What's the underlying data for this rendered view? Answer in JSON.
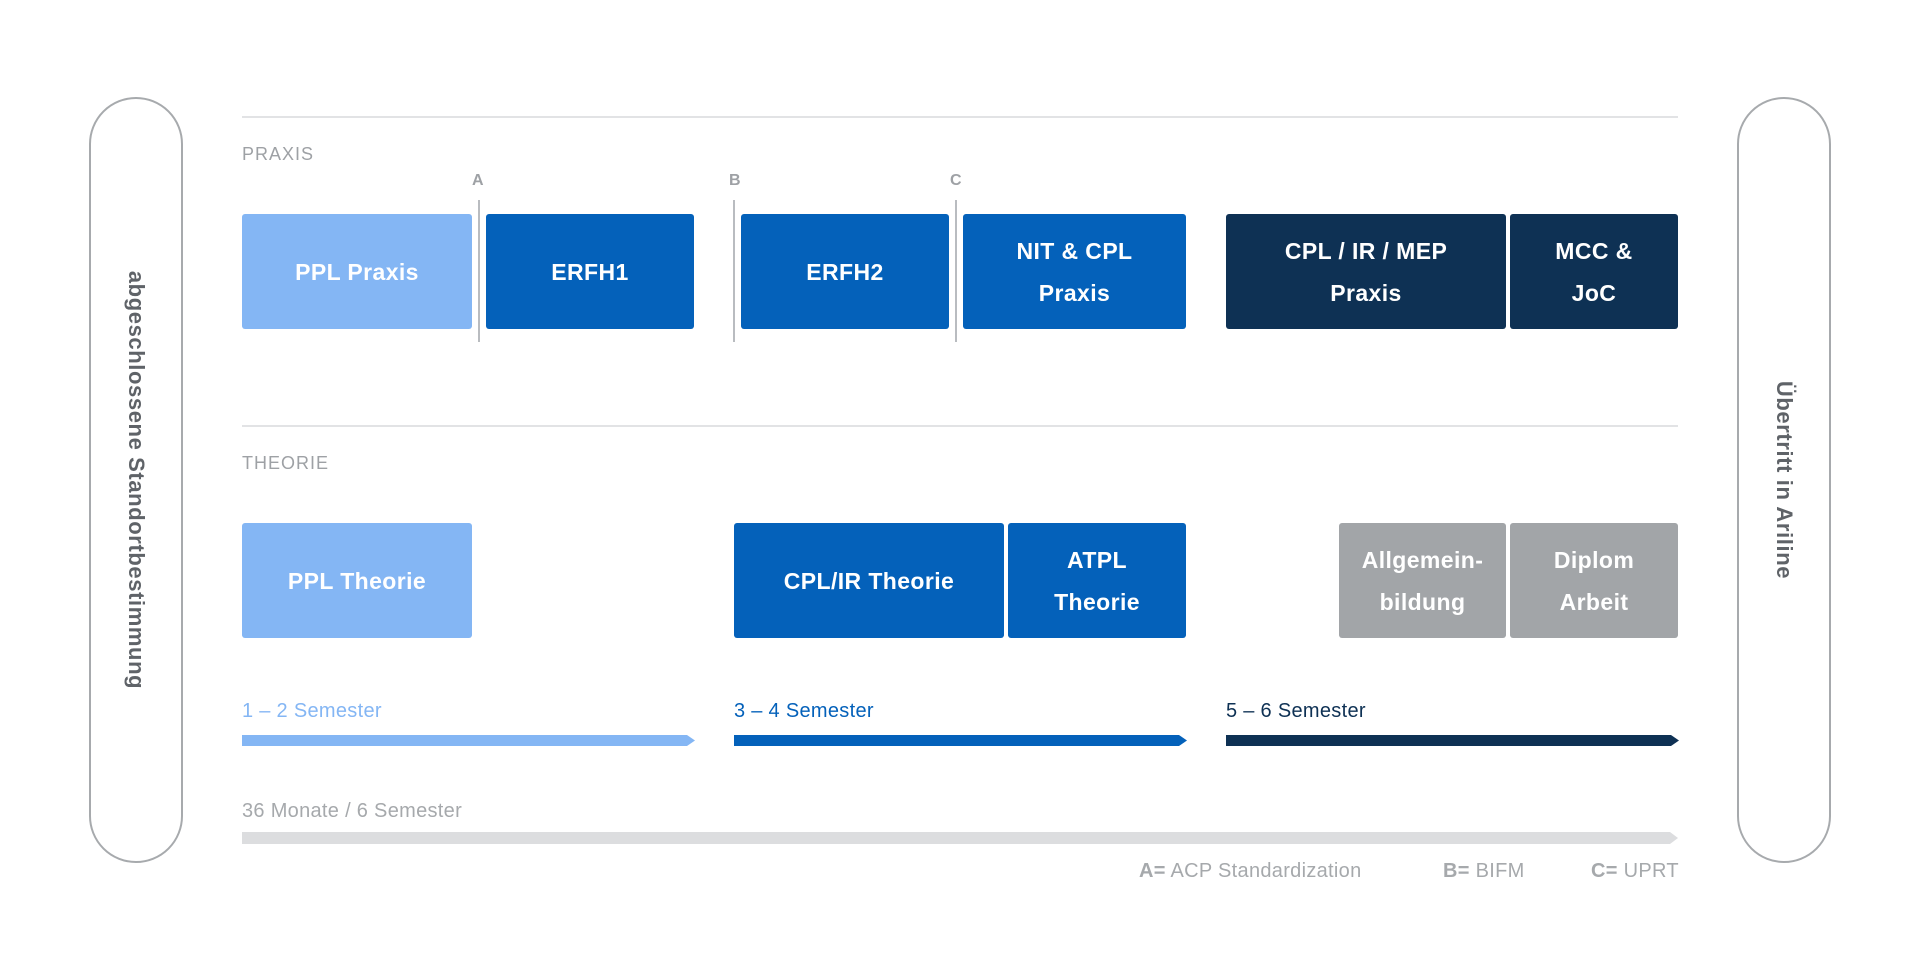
{
  "side_labels": {
    "left": "abgeschlossene Standortbestimmung",
    "right": "Übertritt in Ariline"
  },
  "sections": {
    "praxis": "PRAXIS",
    "theorie": "THEORIE"
  },
  "markers": [
    "A",
    "B",
    "C"
  ],
  "praxis_boxes": [
    {
      "label": "PPL Praxis"
    },
    {
      "label": "ERFH1"
    },
    {
      "label": "ERFH2"
    },
    {
      "label": "NIT & CPL\nPraxis"
    },
    {
      "label": "CPL / IR / MEP\nPraxis"
    },
    {
      "label": "MCC &\nJoC"
    }
  ],
  "theorie_boxes": [
    {
      "label": "PPL Theorie"
    },
    {
      "label": "CPL/IR Theorie"
    },
    {
      "label": "ATPL\nTheorie"
    },
    {
      "label": "Allgemein-\nbildung"
    },
    {
      "label": "Diplom\nArbeit"
    }
  ],
  "semesters": [
    {
      "label": "1 – 2 Semester",
      "color": "#84b6f4"
    },
    {
      "label": "3 – 4 Semester",
      "color": "#0461ba"
    },
    {
      "label": "5 – 6 Semester",
      "color": "#0e3154"
    }
  ],
  "total": {
    "label": "36 Monate / 6 Semester",
    "color": "#dcdddf"
  },
  "legend": [
    {
      "key": "A=",
      "value": "ACP Standardization"
    },
    {
      "key": "B=",
      "value": "BIFM"
    },
    {
      "key": "C=",
      "value": "UPRT"
    }
  ]
}
